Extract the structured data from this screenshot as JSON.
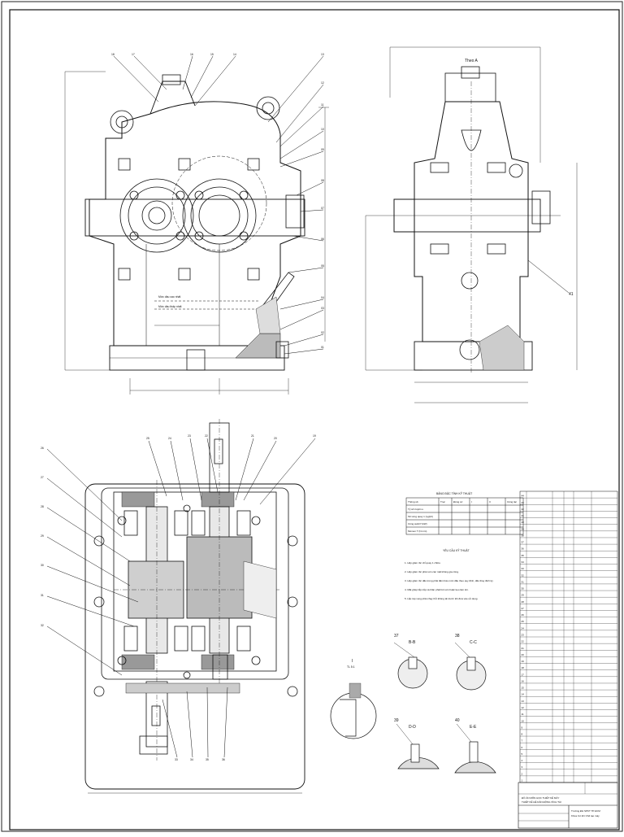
{
  "callouts_front": [
    "18",
    "17",
    "16",
    "15",
    "14",
    "13",
    "12",
    "11",
    "10",
    "09",
    "08",
    "07",
    "06",
    "05",
    "04",
    "03",
    "02",
    "01"
  ],
  "callouts_plan_top": [
    "25",
    "24",
    "23",
    "22",
    "21",
    "20",
    "19"
  ],
  "callouts_plan_left": [
    "26",
    "27",
    "28",
    "29",
    "30",
    "31",
    "32"
  ],
  "callouts_plan_bottom": [
    "33",
    "34",
    "35",
    "36"
  ],
  "side_view_title": "Theo A",
  "side_callout": "41",
  "front_notes": [
    "Mức dầu cao nhất",
    "Mức dầu thấp nhất"
  ],
  "section_labels": [
    {
      "num": "37",
      "name": "B-B"
    },
    {
      "num": "38",
      "name": "C-C"
    },
    {
      "num": "39",
      "name": "D-D"
    },
    {
      "num": "40",
      "name": "E-E"
    }
  ],
  "detail_label": "I",
  "detail_scale": "TL 5:1",
  "spec_table": {
    "title": "BẢNG ĐẶC TÍNH KỸ THUẬT",
    "headers": [
      "Thông số",
      "Trục",
      "Động cơ",
      "I",
      "II",
      "Công tác"
    ],
    "rows": [
      [
        "Tỷ số truyền u",
        "",
        "",
        "",
        "",
        ""
      ],
      [
        "Số vòng quay n (vg/ph)",
        "",
        "",
        "",
        "",
        ""
      ],
      [
        "Công suất P (kW)",
        "",
        "",
        "",
        "",
        ""
      ],
      [
        "Momen T (N.mm)",
        "",
        "",
        "",
        "",
        ""
      ]
    ]
  },
  "requirements": {
    "title": "YÊU CẦU KỸ THUẬT",
    "items": [
      "1. Hộp giảm tốc chỉ quay 1 chiều.",
      "2. Hộp giảm tốc phải sơn các mặt không gia công.",
      "3. Hộp giảm tốc dầu trong phải đảm bảo mức dầu theo quy định, dầu thay định kỳ.",
      "4. Mặt ghép lắp nắp và thân phải bôi sơn hoặc keo làm kín.",
      "5. Lắp ráp xong phải chạy thử không tải trước khi đưa vào sử dụng."
    ]
  },
  "bom_rows": 44,
  "title_block": {
    "title": "ĐỒ ÁN MÔN HỌC THIẾT KẾ MÁY",
    "subtitle": "THIẾT KẾ HỆ DẪN ĐỘNG XÍCH TẢI",
    "school": "Trường ĐH SPKT TP.HCM",
    "faculty": "Khoa Cơ khí Chế tạo máy"
  }
}
